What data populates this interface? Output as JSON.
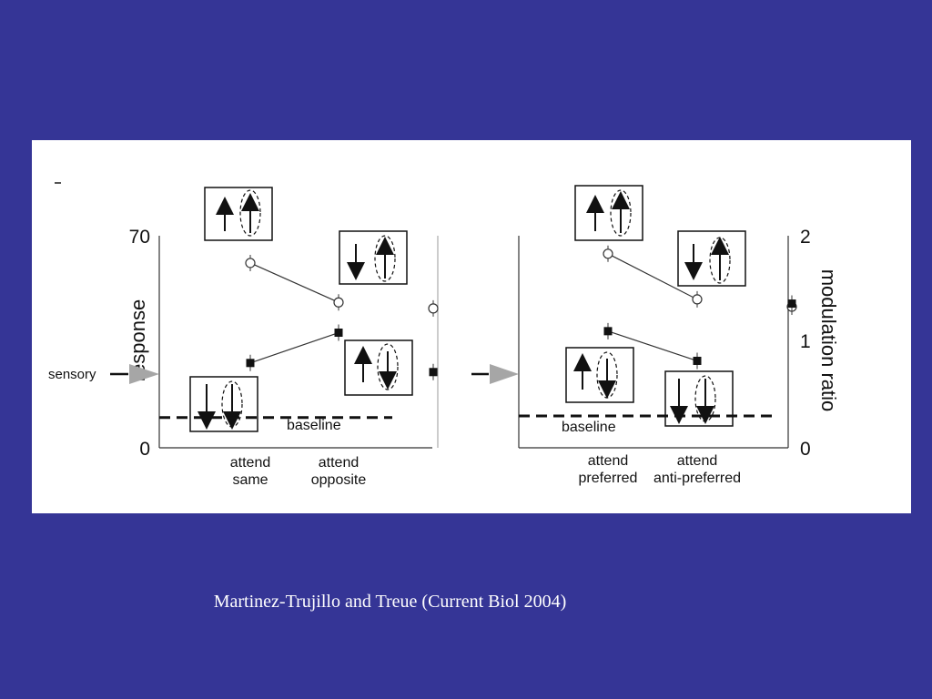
{
  "caption": "Martinez-Trujillo and Treue (Current Biol 2004)",
  "colors": {
    "background": "#353596",
    "panel": "#ffffff",
    "ink": "#111111",
    "sensory_arrow": "#a6a6a6"
  },
  "chart_data": [
    {
      "type": "scatter",
      "ylabel": "response",
      "ylim": [
        0,
        70
      ],
      "yticks": [
        "70",
        "0"
      ],
      "categories": [
        "attend\nsame",
        "attend\nopposite"
      ],
      "series": [
        {
          "marker": "open-circle",
          "values": [
            61,
            48
          ]
        },
        {
          "marker": "filled-square",
          "values": [
            28,
            38
          ]
        }
      ],
      "side_markers": [
        {
          "marker": "open-circle",
          "value": 46
        },
        {
          "marker": "filled-square",
          "value": 25
        }
      ],
      "baseline": {
        "label": "baseline",
        "value": 10
      },
      "sensory": {
        "label": "sensory",
        "value": 24
      }
    },
    {
      "type": "scatter",
      "ylabel": "modulation ratio",
      "ylim": [
        0,
        2
      ],
      "yticks": [
        "2",
        "1",
        "0"
      ],
      "categories": [
        "attend\npreferred",
        "attend\nanti-preferred"
      ],
      "series": [
        {
          "marker": "open-circle",
          "values": [
            1.83,
            1.4
          ]
        },
        {
          "marker": "filled-square",
          "values": [
            1.1,
            0.82
          ]
        }
      ],
      "side_markers": [
        {
          "marker": "open-circle",
          "value": 1.33
        },
        {
          "marker": "filled-square",
          "value": 1.36
        }
      ],
      "baseline": {
        "label": "baseline",
        "value": 0.3
      },
      "sensory": {
        "label": "",
        "value": 0.71
      }
    }
  ]
}
